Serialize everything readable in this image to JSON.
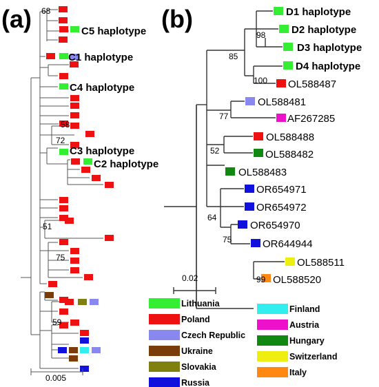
{
  "panel_a": {
    "label": "(a)",
    "haplotypes": [
      "C5 haplotype",
      "C1 haplotype",
      "C4 haplotype",
      "C3 haplotype",
      "C2 haplotype"
    ],
    "bootstrap": [
      "68",
      "58",
      "72",
      "51",
      "75",
      "59"
    ],
    "scale_bar": "0.005"
  },
  "panel_b": {
    "label": "(b)",
    "haplotypes": [
      "D1 haplotype",
      "D2 haplotype",
      "D3 haplotype",
      "D4 haplotype"
    ],
    "accessions": [
      "OL588487",
      "OL588481",
      "AF267285",
      "OL588488",
      "OL588482",
      "OL588483",
      "OR654971",
      "OR654972",
      "OR654970",
      "OR644944",
      "OL588511",
      "OL588520"
    ],
    "bootstrap": [
      "98",
      "85",
      "100",
      "77",
      "52",
      "64",
      "75",
      "99"
    ],
    "scale_bar": "0.02"
  },
  "legend": {
    "items": [
      {
        "label": "Lithuania",
        "color": "#33ee33"
      },
      {
        "label": "Poland",
        "color": "#ee1111"
      },
      {
        "label": "Czech Republic",
        "color": "#8888ee"
      },
      {
        "label": "Ukraine",
        "color": "#7a3d0a"
      },
      {
        "label": "Slovakia",
        "color": "#808010"
      },
      {
        "label": "Russia",
        "color": "#1111dd"
      },
      {
        "label": "Finland",
        "color": "#33eeee"
      },
      {
        "label": "Austria",
        "color": "#ee11cc"
      },
      {
        "label": "Hungary",
        "color": "#118811"
      },
      {
        "label": "Switzerland",
        "color": "#eeee11"
      },
      {
        "label": "Italy",
        "color": "#ff8811"
      }
    ]
  }
}
